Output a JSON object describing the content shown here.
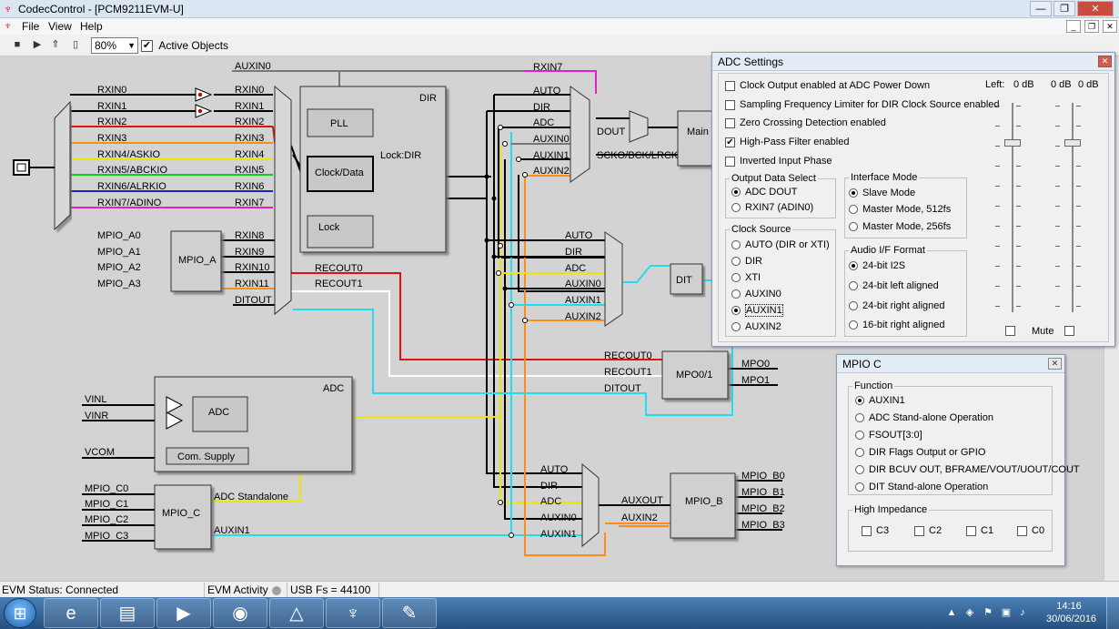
{
  "window": {
    "title": "CodecControl - [PCM9211EVM-U]"
  },
  "menu": {
    "file": "File",
    "view": "View",
    "help": "Help"
  },
  "toolbar": {
    "zoom": "80%",
    "active_objects": "Active Objects"
  },
  "diagram": {
    "inputs": [
      "RXIN0",
      "RXIN1",
      "RXIN2",
      "RXIN3",
      "RXIN4/ASKIO",
      "RXIN5/ABCKIO",
      "RXIN6/ALRKIO",
      "RXIN7/ADINO"
    ],
    "rx_mux": [
      "RXIN0",
      "RXIN1",
      "RXIN2",
      "RXIN3",
      "RXIN4",
      "RXIN5",
      "RXIN6",
      "RXIN7",
      "RXIN8",
      "RXIN9",
      "RXIN10",
      "RXIN11",
      "DITOUT"
    ],
    "auxin0_top": "AUXIN0",
    "mpio_a_pins": [
      "MPIO_A0",
      "MPIO_A1",
      "MPIO_A2",
      "MPIO_A3"
    ],
    "mpio_a": "MPIO_A",
    "dir": {
      "title": "DIR",
      "pll": "PLL",
      "clock_data": "Clock/Data",
      "lock": "Lock",
      "lock_dir": "Lock:DIR"
    },
    "recout0": "RECOUT0",
    "recout1": "RECOUT1",
    "main_mux_inputs": [
      "RXIN7",
      "AUTO",
      "DIR",
      "ADC",
      "AUXIN0",
      "AUXIN1",
      "AUXIN2"
    ],
    "dout": "DOUT",
    "sck": "SCKO/BCK/LRCK",
    "main": "Main",
    "dit_mux_inputs": [
      "AUTO",
      "DIR",
      "ADC",
      "AUXIN0",
      "AUXIN1",
      "AUXIN2"
    ],
    "dit": "DIT",
    "mpo": {
      "name": "MPO0/1",
      "in": [
        "RECOUT0",
        "RECOUT1",
        "DITOUT"
      ],
      "out": [
        "MPO0",
        "MPO1"
      ]
    },
    "adc": {
      "title": "ADC",
      "block": "ADC",
      "com": "Com. Supply",
      "vinl": "VINL",
      "vinr": "VINR",
      "vcom": "VCOM"
    },
    "mpio_c_pins": [
      "MPIO_C0",
      "MPIO_C1",
      "MPIO_C2",
      "MPIO_C3"
    ],
    "mpio_c": "MPIO_C",
    "adc_standalone": "ADC Standalone",
    "auxin1": "AUXIN1",
    "aux_mux_inputs": [
      "AUTO",
      "DIR",
      "ADC",
      "AUXIN0",
      "AUXIN1"
    ],
    "auxout": "AUXOUT",
    "auxin2": "AUXIN2",
    "mpio_b": "MPIO_B",
    "mpio_b_pins": [
      "MPIO_B0",
      "MPIO_B1",
      "MPIO_B2",
      "MPIO_B3"
    ]
  },
  "adc_settings": {
    "title": "ADC Settings",
    "options": [
      "Clock Output enabled at ADC Power Down",
      "Sampling Frequency Limiter for DIR Clock Source enabled",
      "Zero Crossing Detection enabled",
      "High-Pass Filter enabled",
      "Inverted Input Phase"
    ],
    "options_checked": [
      false,
      false,
      false,
      true,
      false
    ],
    "output_select": {
      "title": "Output Data Select",
      "opts": [
        "ADC DOUT",
        "RXIN7 (ADIN0)"
      ],
      "selected": 0
    },
    "clock_source": {
      "title": "Clock Source",
      "opts": [
        "AUTO (DIR or XTI)",
        "DIR",
        "XTI",
        "AUXIN0",
        "AUXIN1",
        "AUXIN2"
      ],
      "selected": 4
    },
    "interface_mode": {
      "title": "Interface Mode",
      "opts": [
        "Slave Mode",
        "Master Mode, 512fs",
        "Master Mode, 256fs"
      ],
      "selected": 0
    },
    "audio_format": {
      "title": "Audio I/F Format",
      "opts": [
        "24-bit I2S",
        "24-bit left aligned",
        "24-bit right aligned",
        "16-bit right aligned"
      ],
      "selected": 0
    },
    "left_label": "Left:",
    "left_db": "0 dB",
    "right_db1": "0 dB",
    "right_db2": "0 dB",
    "mute": "Mute",
    "slider_levels": [
      0.82,
      0.82
    ]
  },
  "mpio_c_window": {
    "title": "MPIO C",
    "function_title": "Function",
    "functions": [
      "AUXIN1",
      "ADC Stand-alone Operation",
      "FSOUT[3:0]",
      "DIR Flags Output or GPIO",
      "DIR BCUV OUT, BFRAME/VOUT/UOUT/COUT",
      "DIT Stand-alone Operation"
    ],
    "selected": 0,
    "hiz_title": "High Impedance",
    "hiz": [
      "C3",
      "C2",
      "C1",
      "C0"
    ]
  },
  "status": {
    "evm_status": "EVM Status: Connected",
    "evm_activity": "EVM Activity",
    "usb_fs": "USB Fs = 44100"
  },
  "taskbar": {
    "time": "14:16",
    "date": "30/06/2016"
  },
  "colors": {
    "red": "#e01010",
    "orange": "#ff8c1a",
    "yellow": "#f2e400",
    "green": "#11cc11",
    "blue": "#2222bb",
    "magenta": "#e020d0",
    "cyan": "#22ddee",
    "white": "#ffffff",
    "black": "#000000"
  }
}
